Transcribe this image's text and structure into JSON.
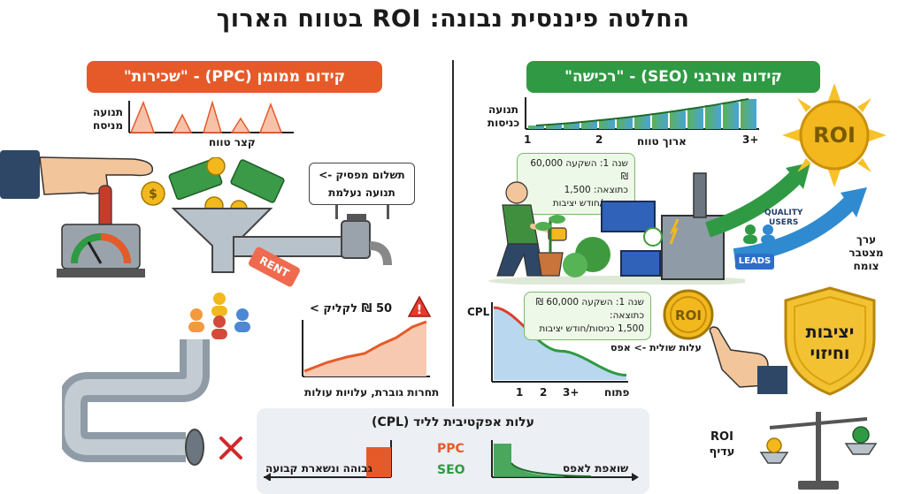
{
  "title": "החלטה פיננסית נבונה: ROI בטווח הארוך",
  "ppc": {
    "banner": "קידום ממומן (PPC) - \"שכירות\"",
    "spark_ylabel_1": "תנועה",
    "spark_ylabel_2": "מניסח",
    "spark_xlabel": "קצר טווח",
    "tag": "RENT",
    "sign_line1": "תשלום מפסיק ->",
    "sign_line2": "תנועה נעלמת",
    "price_label": "50 ₪ לקליק >",
    "chart_caption": "תחרות גוברת, עלויות עולות"
  },
  "seo": {
    "banner": "קידום אורגני (SEO) - \"רכישה\"",
    "growth_ylabel_1": "תנועה",
    "growth_ylabel_2": "כניסות",
    "growth_xlabel": "ארוך טווח",
    "tick_1": "1",
    "tick_2": "2",
    "tick_3": "3+",
    "callout_1": [
      "שנה 1: השקעה 60,000 ₪",
      "כתוצאה: 1,500",
      "כניסות/חודש יציבות"
    ],
    "callout_2": [
      "שנה 1: השקעה 60,000 ₪",
      "כתוצאה:",
      "1,500 כניסות/חודש יציבות"
    ],
    "roi_sun": "ROI",
    "roi_coin": "ROI",
    "quality_users_1": "QUALITY",
    "quality_users_2": "USERS",
    "leads": "LEADS",
    "value_1": "ערך",
    "value_2": "מצטבר",
    "value_3": "צומח",
    "cpl_axis": "CPL",
    "cost_to_zero": "עלות שולית -> אפס",
    "cpl_tick_1": "1",
    "cpl_tick_2": "2",
    "cpl_tick_3": "3+",
    "cpl_xlabel": "פתוח",
    "shield_1": "יציבות",
    "shield_2": "וחיזוי",
    "roi_pref_1": "ROI",
    "roi_pref_2": "עדיף"
  },
  "cpl": {
    "title": "עלות אפקטיבית לליד (CPL)",
    "ppc_label": "PPC",
    "seo_label": "SEO",
    "left_text": "גבוהה ונשארת קבועה",
    "right_text": "שואפת לאפס"
  },
  "colors": {
    "ppc": "#e65a2a",
    "seo": "#2f9a43",
    "gold": "#f2b81e"
  },
  "chart_data": [
    {
      "type": "line",
      "title": "",
      "xlabel": "ארוך טווח",
      "ylabel": "תנועה כניסות",
      "categories": [
        "1",
        "2",
        "3+"
      ],
      "values": [
        1,
        2,
        3
      ]
    },
    {
      "type": "area",
      "title": "",
      "xlabel": "פתוח",
      "ylabel": "CPL",
      "categories": [
        "1",
        "2",
        "3+"
      ],
      "values": [
        3,
        1.2,
        0.2
      ]
    }
  ]
}
